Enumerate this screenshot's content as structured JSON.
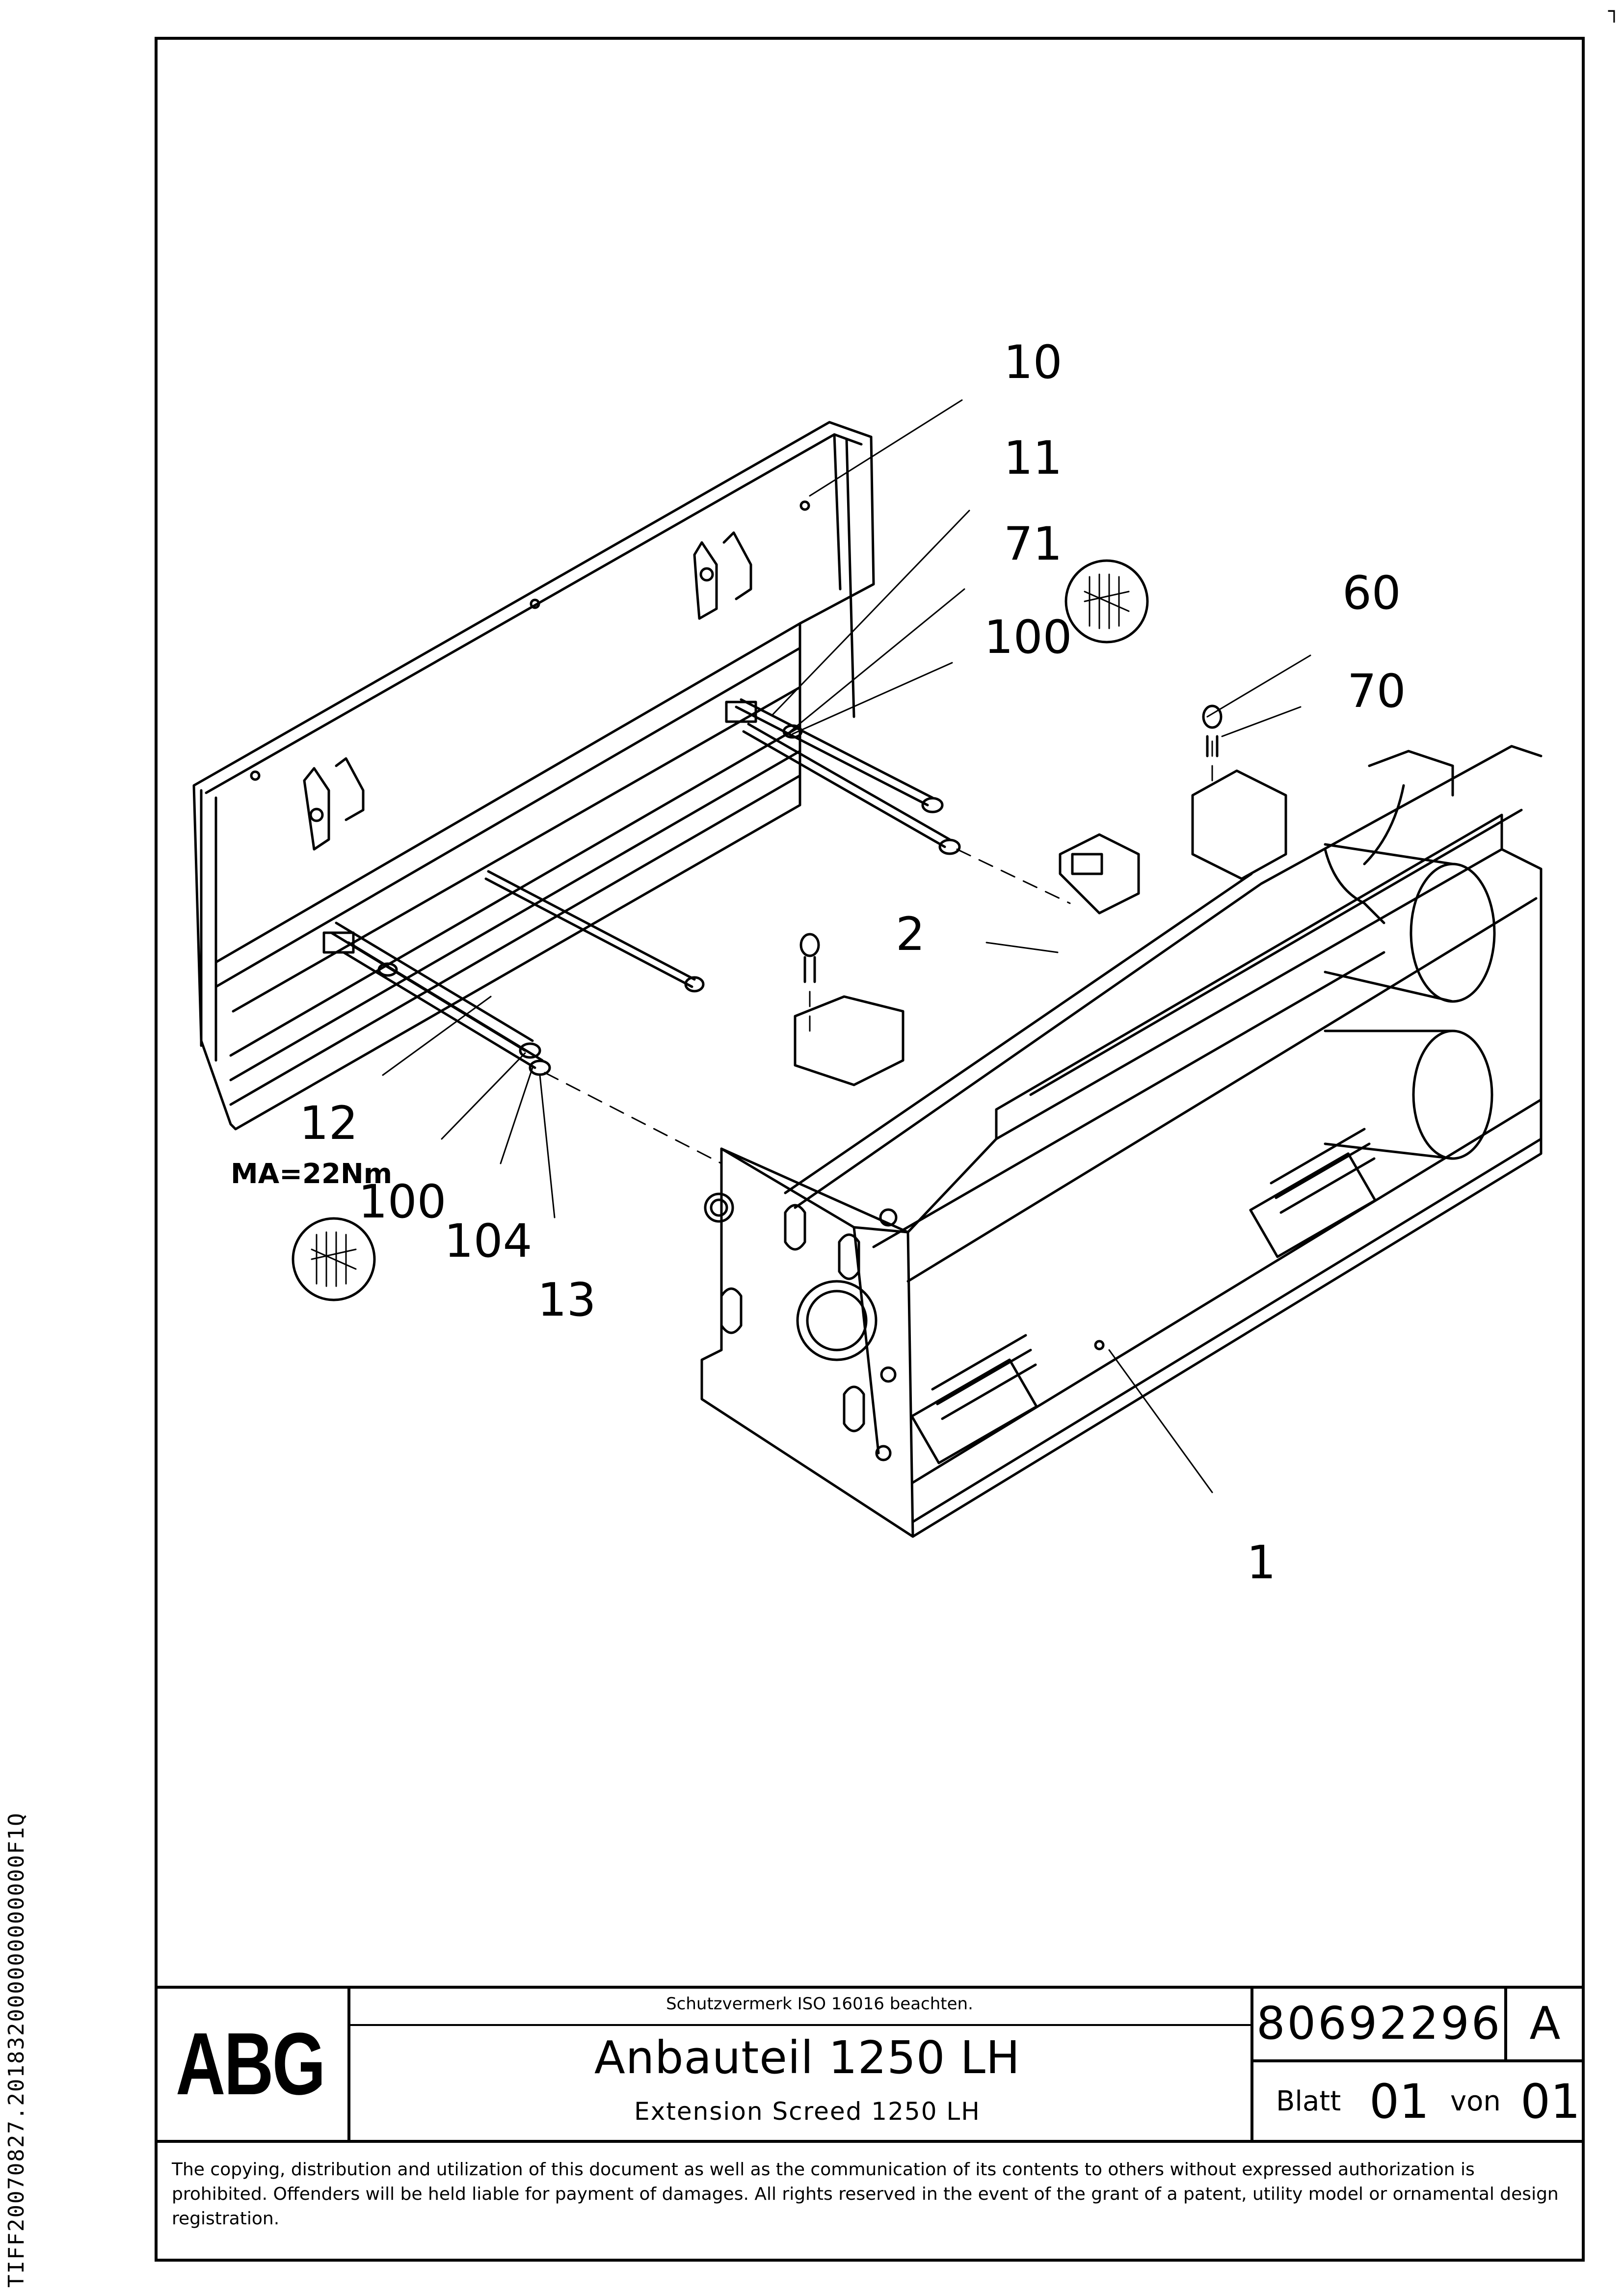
{
  "side_code": "TIFF20070827.201832000000000000F1Q",
  "callouts": {
    "c10": "10",
    "c11": "11",
    "c71": "71",
    "c100a": "100",
    "c60": "60",
    "c70": "70",
    "c2": "2",
    "c12": "12",
    "torque": "MA=22Nm",
    "c100b": "100",
    "c104": "104",
    "c13": "13",
    "c1": "1"
  },
  "title_block": {
    "logo": "ABG",
    "notice": "Schutzvermerk ISO 16016 beachten.",
    "title_de": "Anbauteil 1250 LH",
    "title_en": "Extension Screed 1250 LH",
    "doc_number": "80692296",
    "revision": "A",
    "sheet_label": "Blatt",
    "sheet_number": "01",
    "sheet_of_label": "von",
    "sheet_total": "01"
  },
  "copyright": "The copying, distribution and utilization of this document as well as the communication of its contents to others without expressed authorization is prohibited. Offenders will be held liable for payment of damages. All rights reserved in the event of the grant of a patent, utility model or ornamental design registration."
}
